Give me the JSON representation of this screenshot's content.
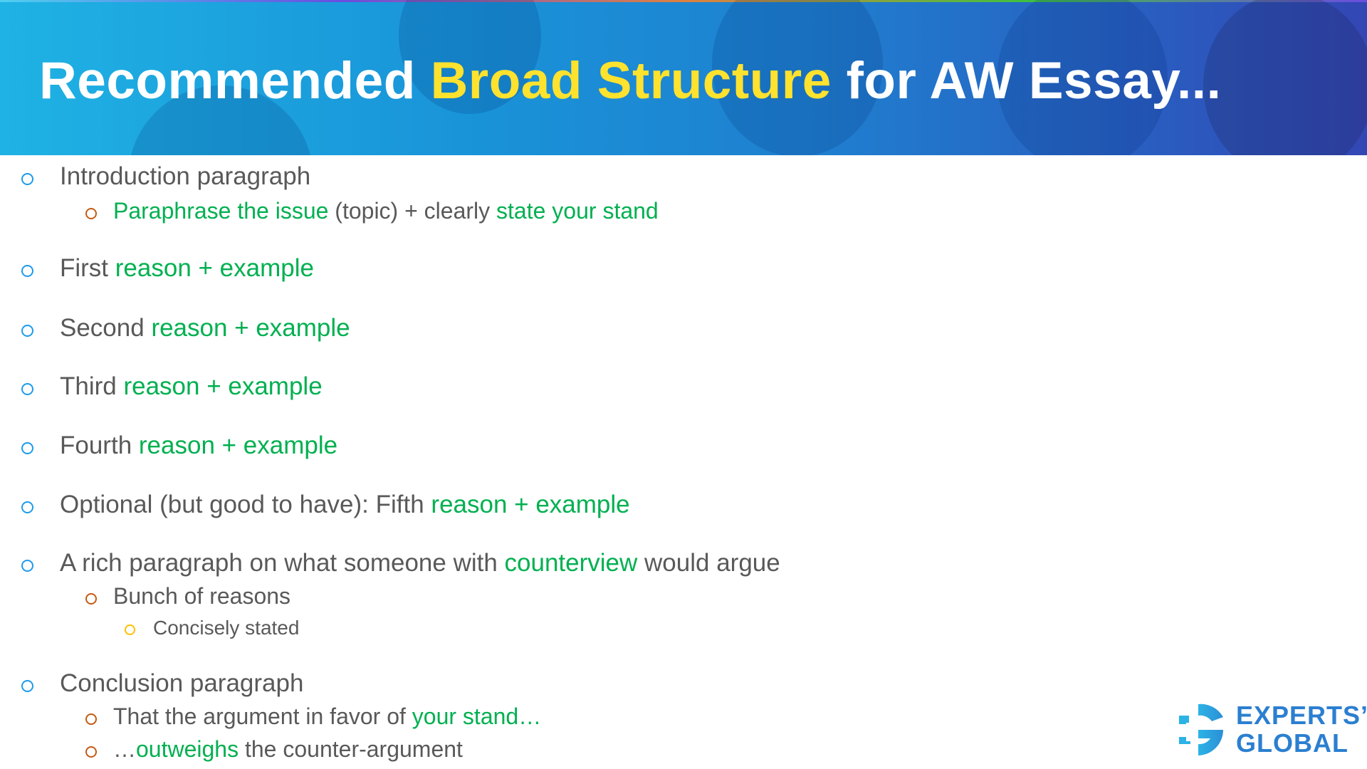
{
  "header": {
    "title_part1": "Recommended ",
    "title_highlight": "Broad Structure",
    "title_part2": " for AW Essay..."
  },
  "colors": {
    "text": "#595959",
    "accent_green": "#00b050",
    "title_highlight": "#ffe22e",
    "bullet_level1": "#1e9bea",
    "bullet_level2": "#c55a11",
    "bullet_level3": "#ffc000"
  },
  "items": [
    {
      "level": 1,
      "segments": [
        {
          "t": "Introduction paragraph",
          "g": false
        }
      ]
    },
    {
      "level": 2,
      "segments": [
        {
          "t": "Paraphrase the issue",
          "g": true
        },
        {
          "t": " (topic) + clearly ",
          "g": false
        },
        {
          "t": "state your stand",
          "g": true
        }
      ]
    },
    {
      "level": 1,
      "segments": [
        {
          "t": "First ",
          "g": false
        },
        {
          "t": "reason + example",
          "g": true
        }
      ]
    },
    {
      "level": 1,
      "segments": [
        {
          "t": "Second ",
          "g": false
        },
        {
          "t": "reason + example",
          "g": true
        }
      ]
    },
    {
      "level": 1,
      "segments": [
        {
          "t": "Third ",
          "g": false
        },
        {
          "t": "reason + example",
          "g": true
        }
      ]
    },
    {
      "level": 1,
      "segments": [
        {
          "t": "Fourth ",
          "g": false
        },
        {
          "t": "reason + example",
          "g": true
        }
      ]
    },
    {
      "level": 1,
      "segments": [
        {
          "t": "Optional (but good to have): Fifth ",
          "g": false
        },
        {
          "t": "reason + example",
          "g": true
        }
      ]
    },
    {
      "level": 1,
      "segments": [
        {
          "t": "A rich paragraph on what someone with ",
          "g": false
        },
        {
          "t": "counterview",
          "g": true
        },
        {
          "t": " would argue",
          "g": false
        }
      ]
    },
    {
      "level": 2,
      "segments": [
        {
          "t": "Bunch of reasons",
          "g": false
        }
      ]
    },
    {
      "level": 3,
      "segments": [
        {
          "t": "Concisely stated",
          "g": false
        }
      ]
    },
    {
      "level": 1,
      "segments": [
        {
          "t": "Conclusion paragraph",
          "g": false
        }
      ]
    },
    {
      "level": 2,
      "segments": [
        {
          "t": "That the argument in favor of ",
          "g": false
        },
        {
          "t": "your stand…",
          "g": true
        }
      ]
    },
    {
      "level": 2,
      "segments": [
        {
          "t": "…",
          "g": false
        },
        {
          "t": "outweighs",
          "g": true
        },
        {
          "t": " the counter-argument",
          "g": false
        }
      ]
    }
  ],
  "logo": {
    "line1": "EXPERTS’",
    "line2": "GLOBAL",
    "icon": "g-logo-icon"
  }
}
